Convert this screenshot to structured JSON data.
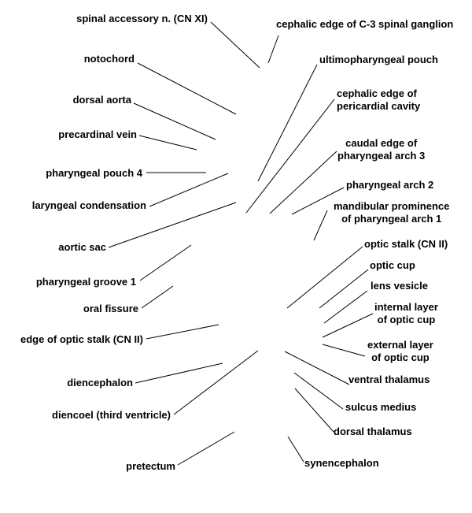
{
  "labels_left": [
    "spinal accessory n. (CN XI)",
    "notochord",
    "dorsal aorta",
    "precardinal vein",
    "pharyngeal pouch 4",
    "laryngeal condensation",
    "aortic sac",
    "pharyngeal groove 1",
    "oral fissure",
    "edge of optic stalk (CN II)",
    "diencephalon",
    "diencoel (third ventricle)",
    "pretectum"
  ],
  "labels_right": [
    "cephalic edge of C-3 spinal ganglion",
    "ultimopharyngeal pouch",
    [
      "cephalic edge of",
      "pericardial cavity"
    ],
    [
      "caudal edge of",
      "pharyngeal arch 3"
    ],
    "pharyngeal arch 2",
    [
      "mandibular prominence",
      "of pharyngeal arch 1"
    ],
    "optic stalk (CN II)",
    "optic cup",
    "lens vesicle",
    [
      "internal layer",
      "of optic cup"
    ],
    [
      "external layer",
      "of optic cup"
    ],
    "ventral thalamus",
    "sulcus medius",
    "dorsal thalamus",
    "synencephalon"
  ]
}
